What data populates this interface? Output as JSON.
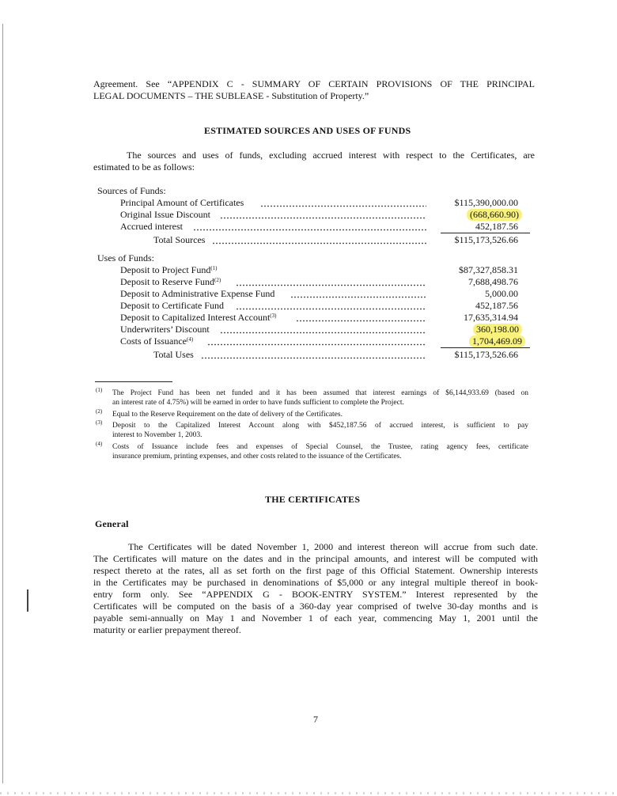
{
  "intro": {
    "line1": "Agreement. See “APPENDIX C - SUMMARY OF CERTAIN PROVISIONS OF THE PRINCIPAL",
    "line2": "LEGAL DOCUMENTS – THE SUBLEASE - Substitution of Property.”"
  },
  "estimated": {
    "heading": "ESTIMATED SOURCES AND USES OF FUNDS",
    "line1": "The sources and uses of funds, excluding accrued interest with respect to the Certificates, are",
    "line2": "estimated to be as follows:"
  },
  "sources": {
    "header": "Sources of Funds:",
    "items": [
      {
        "label": "Principal Amount of Certificates",
        "amount": "$115,390,000.00"
      },
      {
        "label": "Original Issue Discount",
        "amount": "(668,660.90)"
      },
      {
        "label": "Accrued interest",
        "amount": "452,187.56"
      }
    ],
    "total_label": "Total Sources",
    "total_amount": "$115,173,526.66"
  },
  "uses": {
    "header": "Uses of Funds:",
    "items": [
      {
        "label": "Deposit to Project Fund",
        "mark": "(1)",
        "amount": "$87,327,858.31"
      },
      {
        "label": "Deposit to Reserve Fund",
        "mark": "(2)",
        "amount": "7,688,498.76"
      },
      {
        "label": "Deposit to Administrative Expense Fund",
        "mark": "",
        "amount": "5,000.00"
      },
      {
        "label": "Deposit to Certificate Fund",
        "mark": "",
        "amount": "452,187.56"
      },
      {
        "label": "Deposit to Capitalized Interest Account",
        "mark": "(3)",
        "amount": "17,635,314.94"
      },
      {
        "label": "Underwriters’ Discount",
        "mark": "",
        "amount": "360,198.00"
      },
      {
        "label": "Costs of Issuance",
        "mark": "(4)",
        "amount": "1,704,469.09"
      }
    ],
    "total_label": "Total Uses",
    "total_amount": "$115,173,526.66"
  },
  "footnotes": [
    {
      "mark": "(1)",
      "line1": "The Project Fund has been net funded and it has been assumed that interest earnings of $6,144,933.69 (based on",
      "line2": "an interest rate of 4.75%) will be earned in order to have funds sufficient to complete the Project."
    },
    {
      "mark": "(2)",
      "line1": "Equal to the Reserve Requirement on the date of delivery of the Certificates.",
      "line2": ""
    },
    {
      "mark": "(3)",
      "line1": "Deposit to the Capitalized Interest Account along with $452,187.56 of accrued interest, is sufficient to pay",
      "line2": "interest to November 1, 2003."
    },
    {
      "mark": "(4)",
      "line1": "Costs of Issuance include fees and expenses of Special Counsel, the Trustee, rating agency fees, certificate",
      "line2": "insurance premium, printing expenses, and other costs related to the issuance of the Certificates."
    }
  ],
  "certificates": {
    "heading": "THE CERTIFICATES",
    "subheading": "General",
    "lines": [
      "The Certificates will be dated November 1, 2000 and interest thereon will accrue from such date.",
      "The Certificates will mature on the dates and in the principal amounts, and interest will be computed with",
      "respect thereto at the rates, all as set forth on the first page of this Official Statement. Ownership interests",
      "in the Certificates may be purchased in denominations of $5,000 or any integral multiple thereof in book-",
      "entry form only.  See “APPENDIX G - BOOK-ENTRY SYSTEM.”  Interest represented by the",
      "Certificates will be computed on the basis of a 360-day year comprised of twelve 30-day months and is",
      "payable semi-annually on May 1 and November 1 of each year, commencing May 1, 2001 until the",
      "maturity or earlier prepayment thereof."
    ]
  },
  "page_number": "7",
  "colors": {
    "highlight": "#f8f17a",
    "text": "#141414"
  }
}
